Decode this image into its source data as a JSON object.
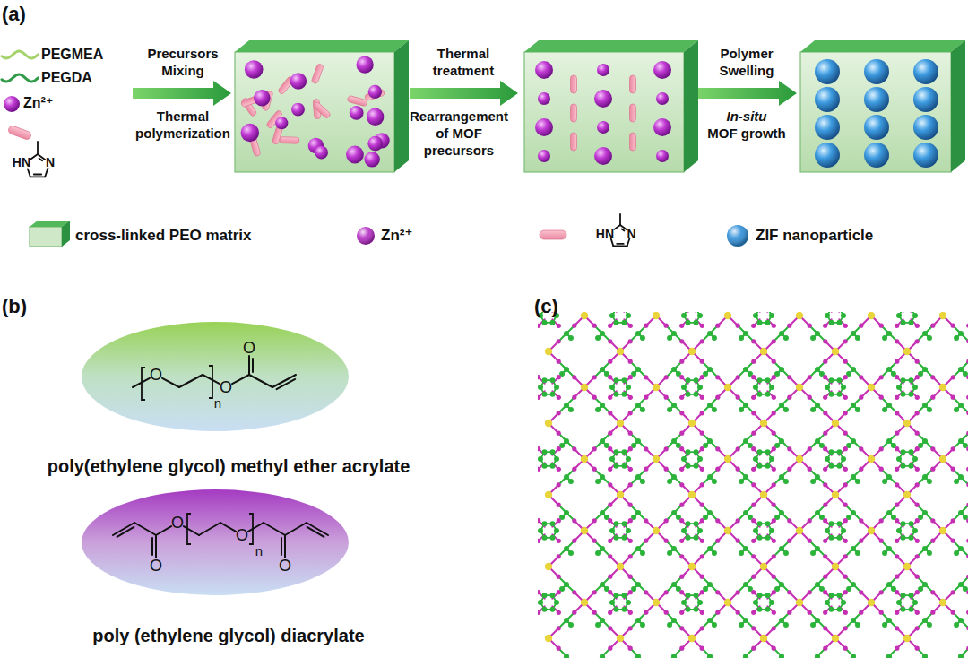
{
  "diagram": {
    "nodes": [
      {
        "text": [
          "O",
          "n",
          "O",
          "O",
          "poly(ethylene glycol) methyl ether acrylate"
        ]
      },
      {
        "text": [
          "O",
          "O",
          "O",
          "n",
          "O",
          "poly (ethylene glycol) diacrylate"
        ]
      }
    ],
    "labels": [
      "(a)",
      "PEGMEA",
      "PEGDA",
      "Zn²⁺",
      "HN",
      "N",
      "Precursors Mixing",
      "Thermal polymerization",
      "Thermal treatment",
      "Rearrangement of MOF precursors",
      "Polymer Swelling",
      "In-situ",
      "MOF growth",
      "HN",
      "N",
      "(b)",
      "(c)"
    ],
    "legend": [
      {
        "text": "cross-linked PEO matrix",
        "color": "#cfe8c8"
      },
      {
        "text": "Zn²⁺",
        "color": "#b52cc4"
      },
      {
        "text": "ZIF nanoparticle",
        "color": "#2f8fd8"
      }
    ]
  }
}
